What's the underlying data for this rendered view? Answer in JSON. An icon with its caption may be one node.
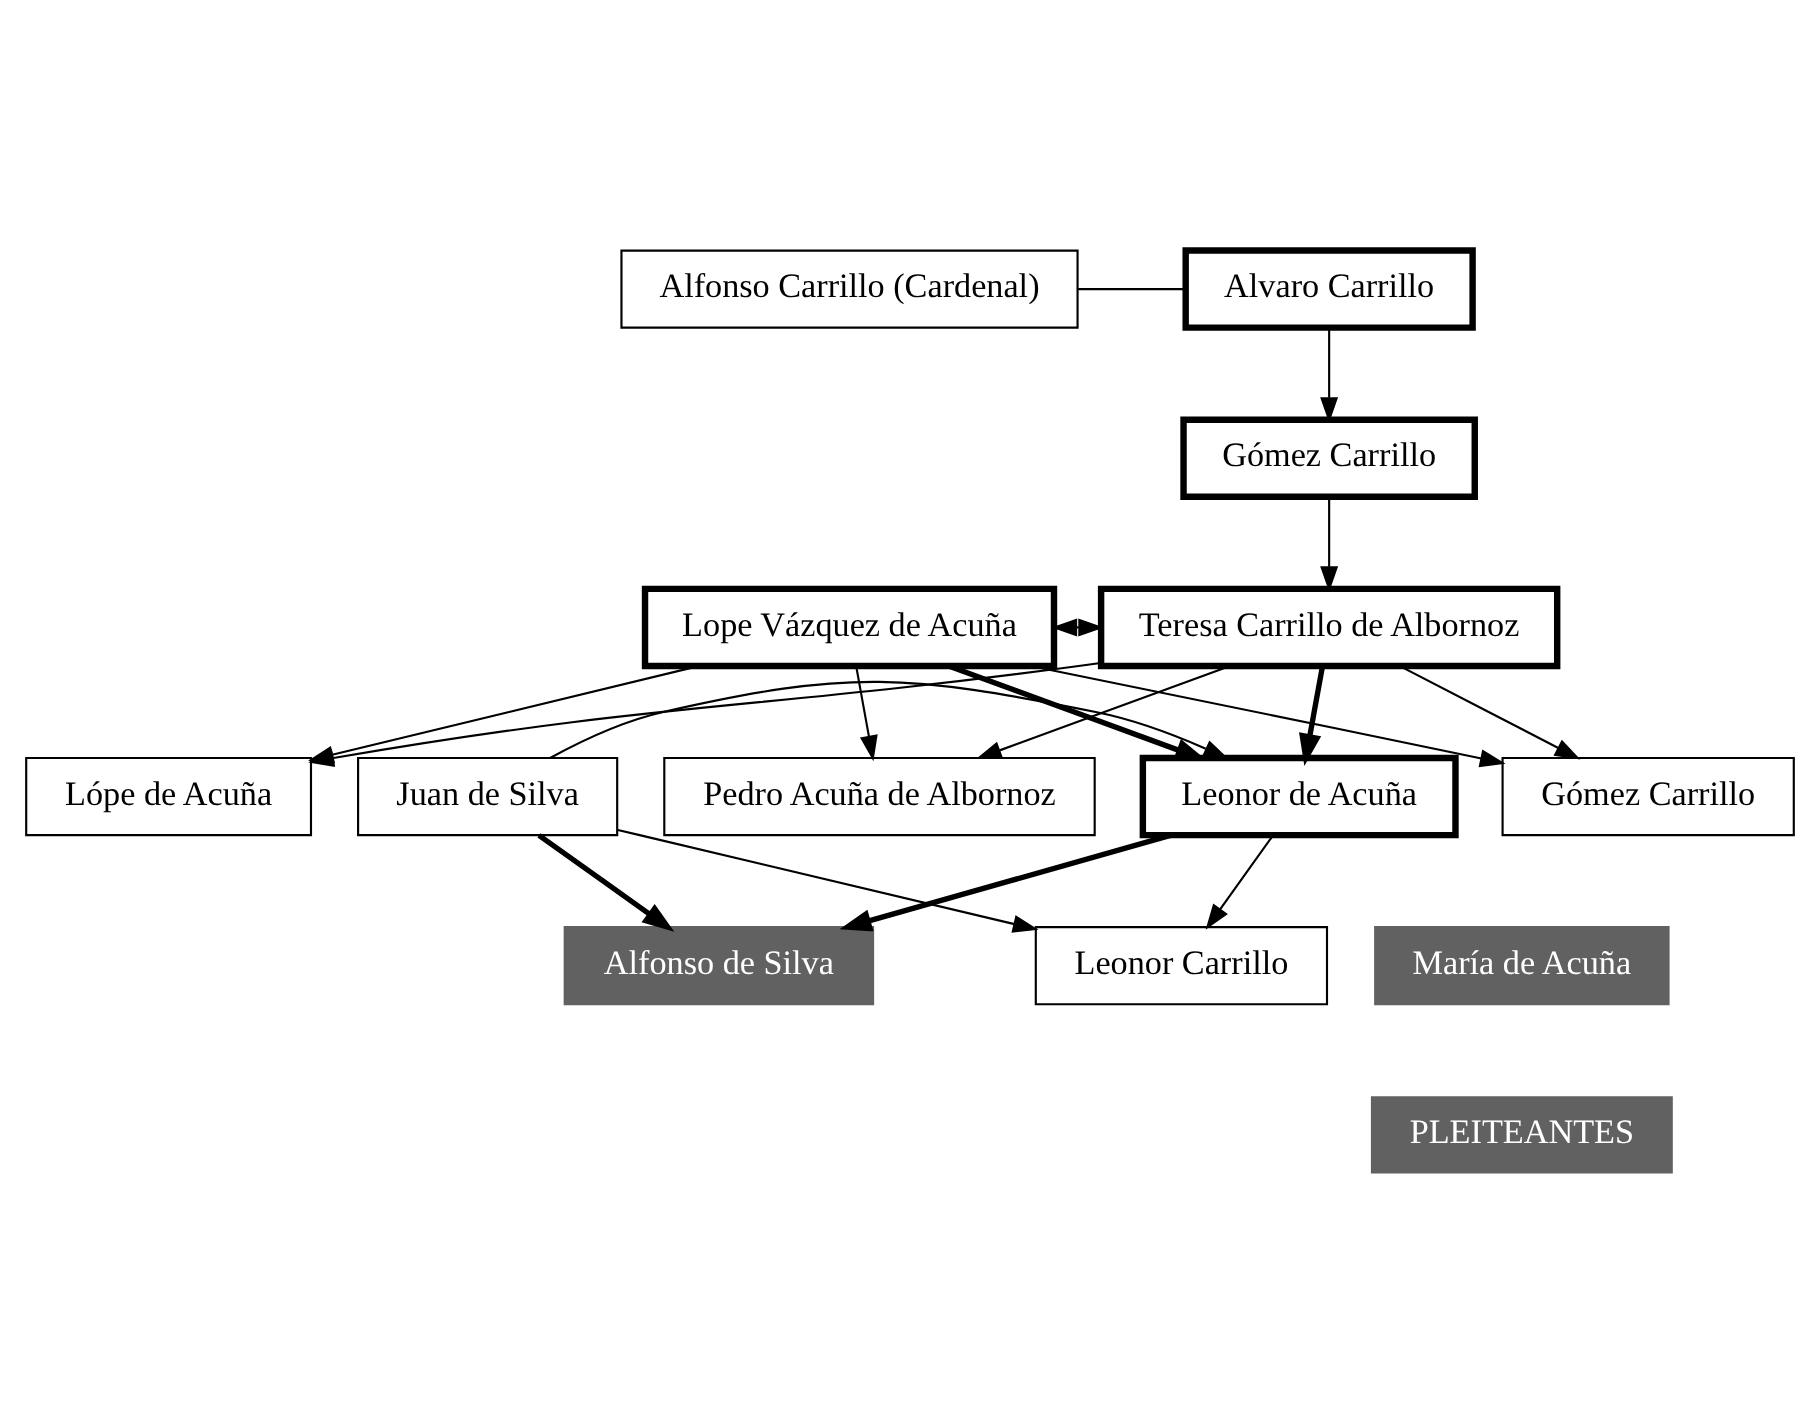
{
  "diagram": {
    "nodes": [
      {
        "text": [
          "Alfonso Carrillo (Cardenal)"
        ]
      },
      {
        "text": [
          "Alvaro Carrillo"
        ]
      },
      {
        "text": [
          "Gómez Carrillo"
        ]
      },
      {
        "text": [
          "Lope Vázquez de Acuña"
        ]
      },
      {
        "text": [
          "Teresa Carrillo de Albornoz"
        ]
      },
      {
        "text": [
          "Pedro Acuña de Albornoz"
        ]
      },
      {
        "text": [
          "Lópe de Acuña"
        ]
      },
      {
        "text": [
          "Leonor de Acuña"
        ]
      },
      {
        "text": [
          "Juan de Silva"
        ]
      },
      {
        "text": [
          "Gómez Carrillo"
        ]
      },
      {
        "text": [
          "María de Acuña"
        ]
      },
      {
        "text": [
          "Alfonso de Silva"
        ]
      },
      {
        "text": [
          "Leonor Carrillo"
        ]
      }
    ],
    "edges": [
      {
        "from": 0,
        "to": 1,
        "arrow": "none"
      },
      {
        "from": 1,
        "to": 2,
        "arrow": "to"
      },
      {
        "from": 2,
        "to": 4,
        "arrow": "to"
      },
      {
        "from": 3,
        "to": 4,
        "arrow": "both"
      },
      {
        "from": 3,
        "to": 5,
        "arrow": "to"
      },
      {
        "from": 3,
        "to": 6,
        "arrow": "to"
      },
      {
        "from": 3,
        "to": 7,
        "arrow": "to",
        "style": "thick"
      },
      {
        "from": 3,
        "to": 9,
        "arrow": "to"
      },
      {
        "from": 4,
        "to": 5,
        "arrow": "to"
      },
      {
        "from": 4,
        "to": 6,
        "arrow": "to"
      },
      {
        "from": 4,
        "to": 7,
        "arrow": "to",
        "style": "thick"
      },
      {
        "from": 4,
        "to": 9,
        "arrow": "to"
      },
      {
        "from": 8,
        "to": 7,
        "arrow": "to"
      },
      {
        "from": 7,
        "to": 11,
        "arrow": "to",
        "style": "thick"
      },
      {
        "from": 7,
        "to": 12,
        "arrow": "to"
      },
      {
        "from": 8,
        "to": 11,
        "arrow": "to",
        "style": "thick"
      },
      {
        "from": 8,
        "to": 12,
        "arrow": "to"
      }
    ],
    "legend": [
      {
        "text": "PLEITEANTES",
        "color": "#616161"
      }
    ]
  }
}
